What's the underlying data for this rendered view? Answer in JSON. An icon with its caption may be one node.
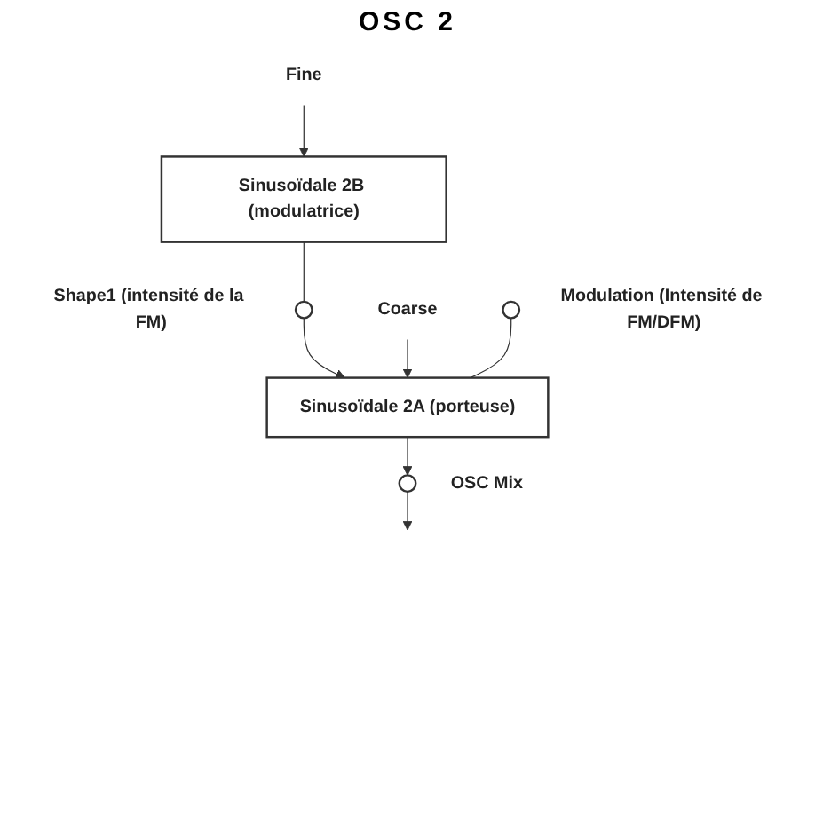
{
  "diagram": {
    "title": "OSC 2",
    "nodes": [
      {
        "text": [
          "Sinusoïdale 2B (modulatrice)"
        ]
      },
      {
        "text": [
          "Fine"
        ]
      },
      {
        "text": [],
        "shape": "circle",
        "beside": [
          "Shape1 (intensité de la FM)"
        ]
      },
      {
        "text": [
          "Sinusoïdale 2A (porteuse)"
        ]
      },
      {
        "text": [
          "Coarse"
        ]
      },
      {
        "text": [],
        "shape": "circle",
        "beside": [
          "Modulation (Intensité de FM/DFM)"
        ]
      },
      {
        "text": [],
        "shape": "circle",
        "beside": [
          "OSC Mix"
        ]
      }
    ],
    "edges": [
      {
        "from": 1,
        "to": 0,
        "arrow": "to"
      },
      {
        "from": 0,
        "to": 2,
        "arrow": "none"
      },
      {
        "from": 2,
        "to": 3,
        "arrow": "to"
      },
      {
        "from": 4,
        "to": 3,
        "arrow": "to"
      },
      {
        "from": 5,
        "to": 3,
        "arrow": "none"
      },
      {
        "from": 3,
        "to": 6,
        "arrow": "to"
      },
      {
        "from": 6,
        "to": null,
        "arrow": "to"
      }
    ]
  }
}
